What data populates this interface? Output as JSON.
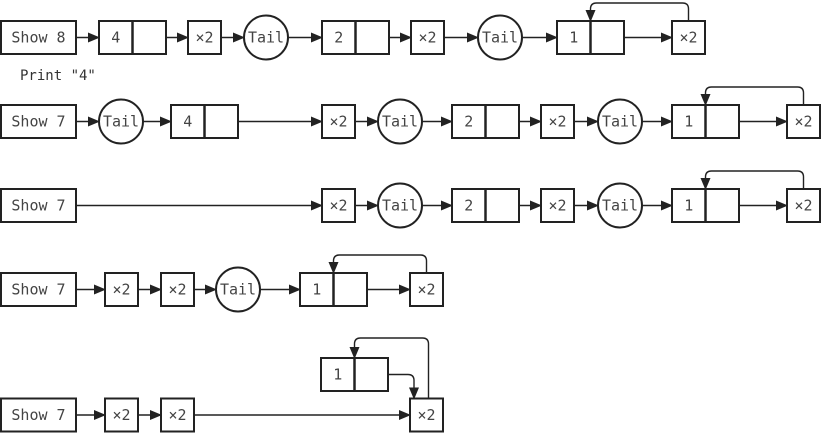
{
  "diagram": {
    "description": "Lazy list / thunk evaluation steps",
    "print_note": "Print \"4\"",
    "rows": [
      {
        "id": "row1",
        "nodes": [
          {
            "kind": "show",
            "label": "Show 8"
          },
          {
            "kind": "cell",
            "label": "4"
          },
          {
            "kind": "op",
            "label": "×2"
          },
          {
            "kind": "tail",
            "label": "Tail"
          },
          {
            "kind": "cell",
            "label": "2"
          },
          {
            "kind": "op",
            "label": "×2"
          },
          {
            "kind": "tail",
            "label": "Tail"
          },
          {
            "kind": "cell",
            "label": "1"
          },
          {
            "kind": "op",
            "label": "×2"
          }
        ]
      },
      {
        "id": "row2",
        "nodes": [
          {
            "kind": "show",
            "label": "Show 7"
          },
          {
            "kind": "tail",
            "label": "Tail"
          },
          {
            "kind": "cell",
            "label": "4"
          },
          {
            "kind": "op",
            "label": "×2"
          },
          {
            "kind": "tail",
            "label": "Tail"
          },
          {
            "kind": "cell",
            "label": "2"
          },
          {
            "kind": "op",
            "label": "×2"
          },
          {
            "kind": "tail",
            "label": "Tail"
          },
          {
            "kind": "cell",
            "label": "1"
          },
          {
            "kind": "op",
            "label": "×2"
          }
        ]
      },
      {
        "id": "row3",
        "nodes": [
          {
            "kind": "show",
            "label": "Show 7"
          },
          {
            "kind": "op",
            "label": "×2"
          },
          {
            "kind": "tail",
            "label": "Tail"
          },
          {
            "kind": "cell",
            "label": "2"
          },
          {
            "kind": "op",
            "label": "×2"
          },
          {
            "kind": "tail",
            "label": "Tail"
          },
          {
            "kind": "cell",
            "label": "1"
          },
          {
            "kind": "op",
            "label": "×2"
          }
        ]
      },
      {
        "id": "row4",
        "nodes": [
          {
            "kind": "show",
            "label": "Show 7"
          },
          {
            "kind": "op",
            "label": "×2"
          },
          {
            "kind": "op",
            "label": "×2"
          },
          {
            "kind": "tail",
            "label": "Tail"
          },
          {
            "kind": "cell",
            "label": "1"
          },
          {
            "kind": "op",
            "label": "×2"
          }
        ]
      },
      {
        "id": "row5",
        "nodes": [
          {
            "kind": "show",
            "label": "Show 7"
          },
          {
            "kind": "op",
            "label": "×2"
          },
          {
            "kind": "op",
            "label": "×2"
          },
          {
            "kind": "op",
            "label": "×2"
          },
          {
            "kind": "cell",
            "label": "1"
          }
        ]
      }
    ]
  }
}
